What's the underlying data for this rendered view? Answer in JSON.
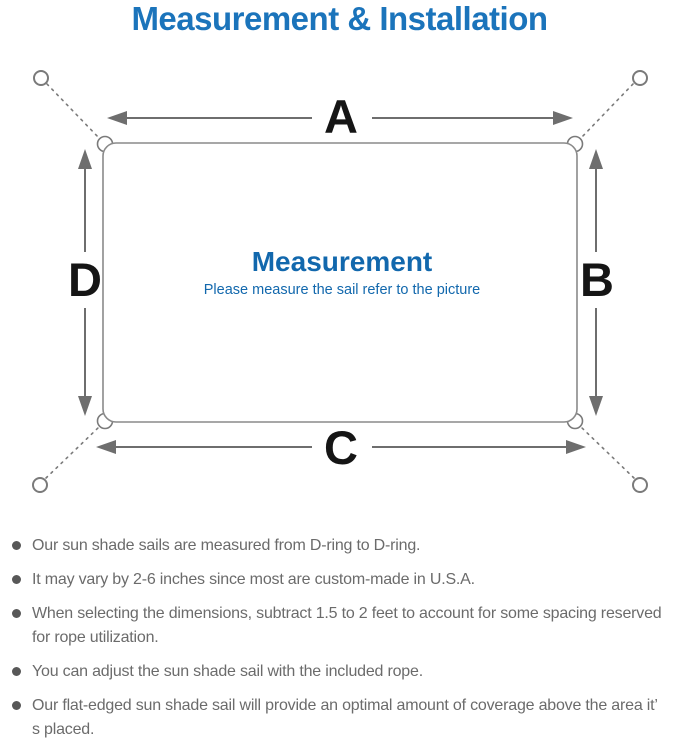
{
  "title": "Measurement & Installation",
  "diagram": {
    "side_labels": {
      "top": "A",
      "right": "B",
      "bottom": "C",
      "left": "D"
    },
    "center_heading": "Measurement",
    "center_caption": "Please measure the sail refer to the picture"
  },
  "notes": [
    "Our sun shade sails are measured from D-ring to D-ring.",
    "It may vary by 2-6 inches since most are custom-made in U.S.A.",
    "When selecting the dimensions, subtract 1.5 to 2 feet to account for some spacing reserved for rope utilization.",
    "You can adjust the sun shade sail with the included rope.",
    "Our flat-edged sun shade sail will provide an optimal amount of coverage above the area it’ s placed."
  ],
  "colors": {
    "title_blue": "#1b74bb",
    "center_text_blue": "#1268ad",
    "line_gray": "#7a7a7a",
    "arrow_gray": "#6e6e6e",
    "label_black": "#151515",
    "note_text_gray": "#6b6b6b"
  }
}
